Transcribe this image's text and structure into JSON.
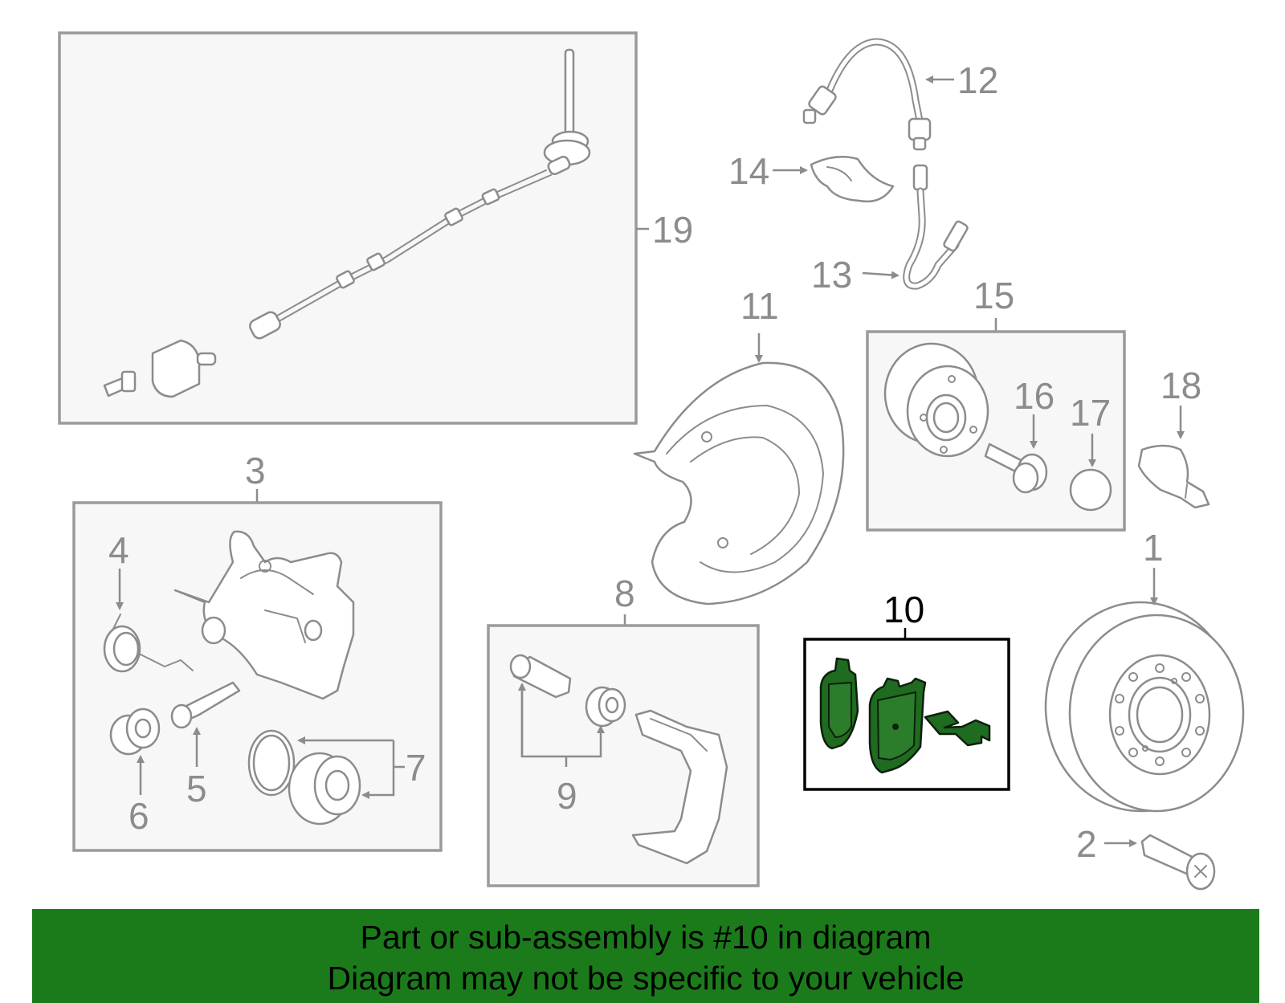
{
  "callouts": {
    "c1": "1",
    "c2": "2",
    "c3": "3",
    "c4": "4",
    "c5": "5",
    "c6": "6",
    "c7": "7",
    "c8": "8",
    "c9": "9",
    "c10": "10",
    "c11": "11",
    "c12": "12",
    "c13": "13",
    "c14": "14",
    "c15": "15",
    "c16": "16",
    "c17": "17",
    "c18": "18",
    "c19": "19"
  },
  "highlighted_part": "10",
  "banner": {
    "line1": "Part or sub-assembly is #10 in diagram",
    "line2": "Diagram may not be specific to your vehicle"
  },
  "colors": {
    "highlight_green": "#1f6b1f",
    "banner_green": "#1b7b1b",
    "line_gray": "#8c8c8c"
  }
}
